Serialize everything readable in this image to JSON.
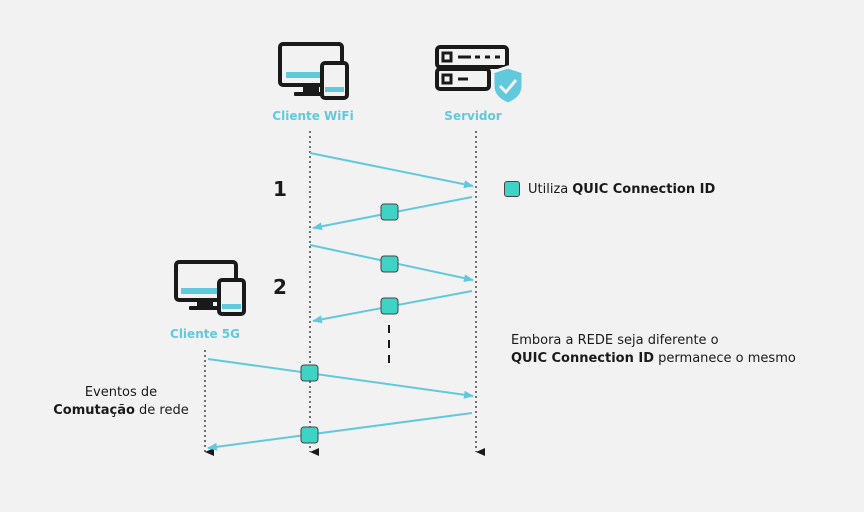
{
  "actors": {
    "wifi_client": "Cliente WiFi",
    "server": "Servidor",
    "client_5g": "Cliente 5G"
  },
  "steps": {
    "one": "1",
    "two": "2"
  },
  "legend": {
    "text": "Utiliza",
    "bold": "QUIC Connection ID",
    "swatch_color": "#3ed3c4"
  },
  "note": {
    "line1": "Embora a REDE seja diferente o",
    "line2_bold": "QUIC Connection ID",
    "line2_rest": "permanece o mesmo"
  },
  "events": {
    "line1": "Eventos de",
    "line2_bold": "Comutação",
    "line2_rest": "de rede"
  },
  "colors": {
    "accent": "#62c9dc",
    "packet": "#3ed3c4",
    "ink": "#1a1a1a"
  },
  "icons": [
    "desktop-tablet-icon",
    "server-shield-icon"
  ]
}
